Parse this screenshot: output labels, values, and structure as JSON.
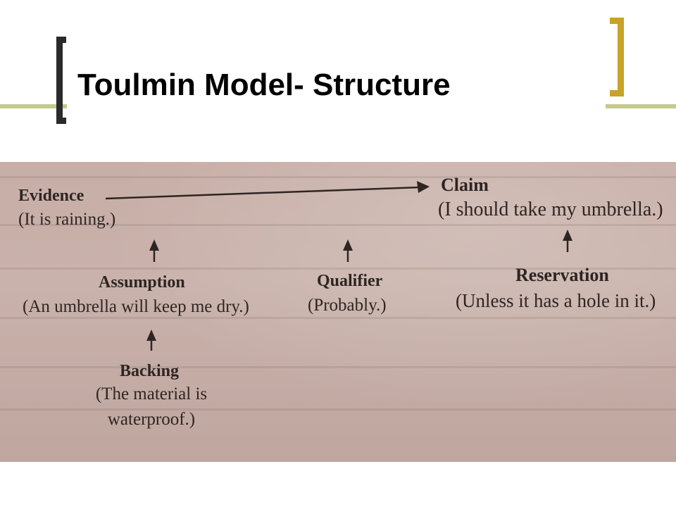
{
  "slide": {
    "title": "Toulmin Model- Structure"
  },
  "diagram": {
    "evidence": {
      "label": "Evidence",
      "example": "(It is raining.)"
    },
    "claim": {
      "label": "Claim",
      "example": "(I should take my umbrella.)"
    },
    "assumption": {
      "label": "Assumption",
      "example": "(An umbrella will keep me dry.)"
    },
    "qualifier": {
      "label": "Qualifier",
      "example": "(Probably.)"
    },
    "reservation": {
      "label": "Reservation",
      "example": "(Unless it has a hole in it.)"
    },
    "backing": {
      "label": "Backing",
      "example_line1": "(The material is",
      "example_line2": "waterproof.)"
    }
  },
  "colors": {
    "accent_rule": "#c5c98e",
    "bracket_gold": "#c9a22a",
    "bracket_dark": "#2a2a2a",
    "paper": "#c7aea6",
    "ink": "#2e2523"
  }
}
